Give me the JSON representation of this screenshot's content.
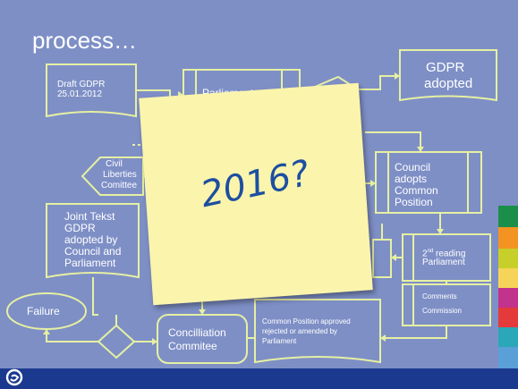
{
  "slide": {
    "title": "process…"
  },
  "note": {
    "text": "2016?"
  },
  "nodes": {
    "draft_gdpr": "Draft GDPR",
    "draft_gdpr_date": "25.01.2012",
    "parliament": "Parliament",
    "gdpr_adopted_1": "GDPR",
    "gdpr_adopted_2": "adopted",
    "civil_1": "Civil",
    "civil_2": "Liberties",
    "civil_3": "Comittee",
    "council_1": "Council",
    "council_2": "adopts",
    "council_3": "Common",
    "council_4": "Position",
    "joint_1": "Joint Tekst",
    "joint_2": "GDPR",
    "joint_3": "adopted by",
    "joint_4": "Council and",
    "joint_5": "Parliament",
    "second_reading_number": "2",
    "second_reading_suffix": "nd",
    "second_reading_word": "reading",
    "second_reading_2": "Parliament",
    "comments": "Comments",
    "commission": "Commission",
    "failure": "Failure",
    "conciliation_1": "Concilliation",
    "conciliation_2": "Commitee",
    "common_position_1": "Common Position approved",
    "common_position_2": "rejected or amended by",
    "common_position_3": "Parliament"
  },
  "colors": {
    "background": "#7e8fc6",
    "connector": "#e6f0a2",
    "sticky_note": "#fbf4ac",
    "note_text": "#1d4fa0",
    "footer": "#1b3a8f"
  }
}
